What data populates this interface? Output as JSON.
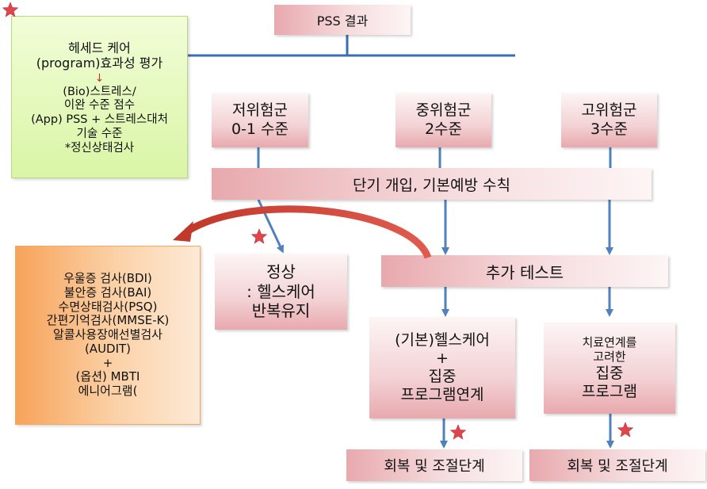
{
  "title": "PSS 결과",
  "eval_box": {
    "title_line1": "헤세드 케어",
    "title_line2": "(program)효과성  평가",
    "line1": "(Bio)스트레스/",
    "line2": "이완 수준 점수",
    "line3": "(App) PSS + 스트레스대처",
    "line4": "기술 수준",
    "line5": "*정신상태검사"
  },
  "risk_groups": [
    {
      "name": "저위험군",
      "level": "0-1 수준"
    },
    {
      "name": "중위험군",
      "level": "2수준"
    },
    {
      "name": "고위험군",
      "level": "3수준"
    }
  ],
  "intervention": "단기 개입, 기본예방 수칙",
  "normal_box": {
    "line1": "정상",
    "line2": ": 헬스케어",
    "line3": "반복유지"
  },
  "additional_test": "추가 테스트",
  "tests_box": {
    "lines": [
      "우울증 검사(BDI)",
      "불안증 검사(BAI)",
      "수면상태검사(PSQ)",
      "간편기억검사(MMSE-K)",
      "알콜사용장애선별검사",
      "(AUDIT)",
      "+",
      "(옵션) MBTI",
      "에니어그램("
    ]
  },
  "basic_program": {
    "line1": "(기본)헬스케어",
    "line2": "+",
    "line3": "집중",
    "line4": "프로그램연계"
  },
  "treatment_program": {
    "line1": "치료연계를",
    "line2": "고려한",
    "line3": "집중",
    "line4": "프로그램"
  },
  "recovery_1": "회복 및 조절단계",
  "recovery_2": "회복 및 조절단계",
  "colors": {
    "arrow_blue": "#4f81bd",
    "arrow_red": "#c0392b",
    "star": "#e0454b",
    "line": "#3a6fb0"
  }
}
